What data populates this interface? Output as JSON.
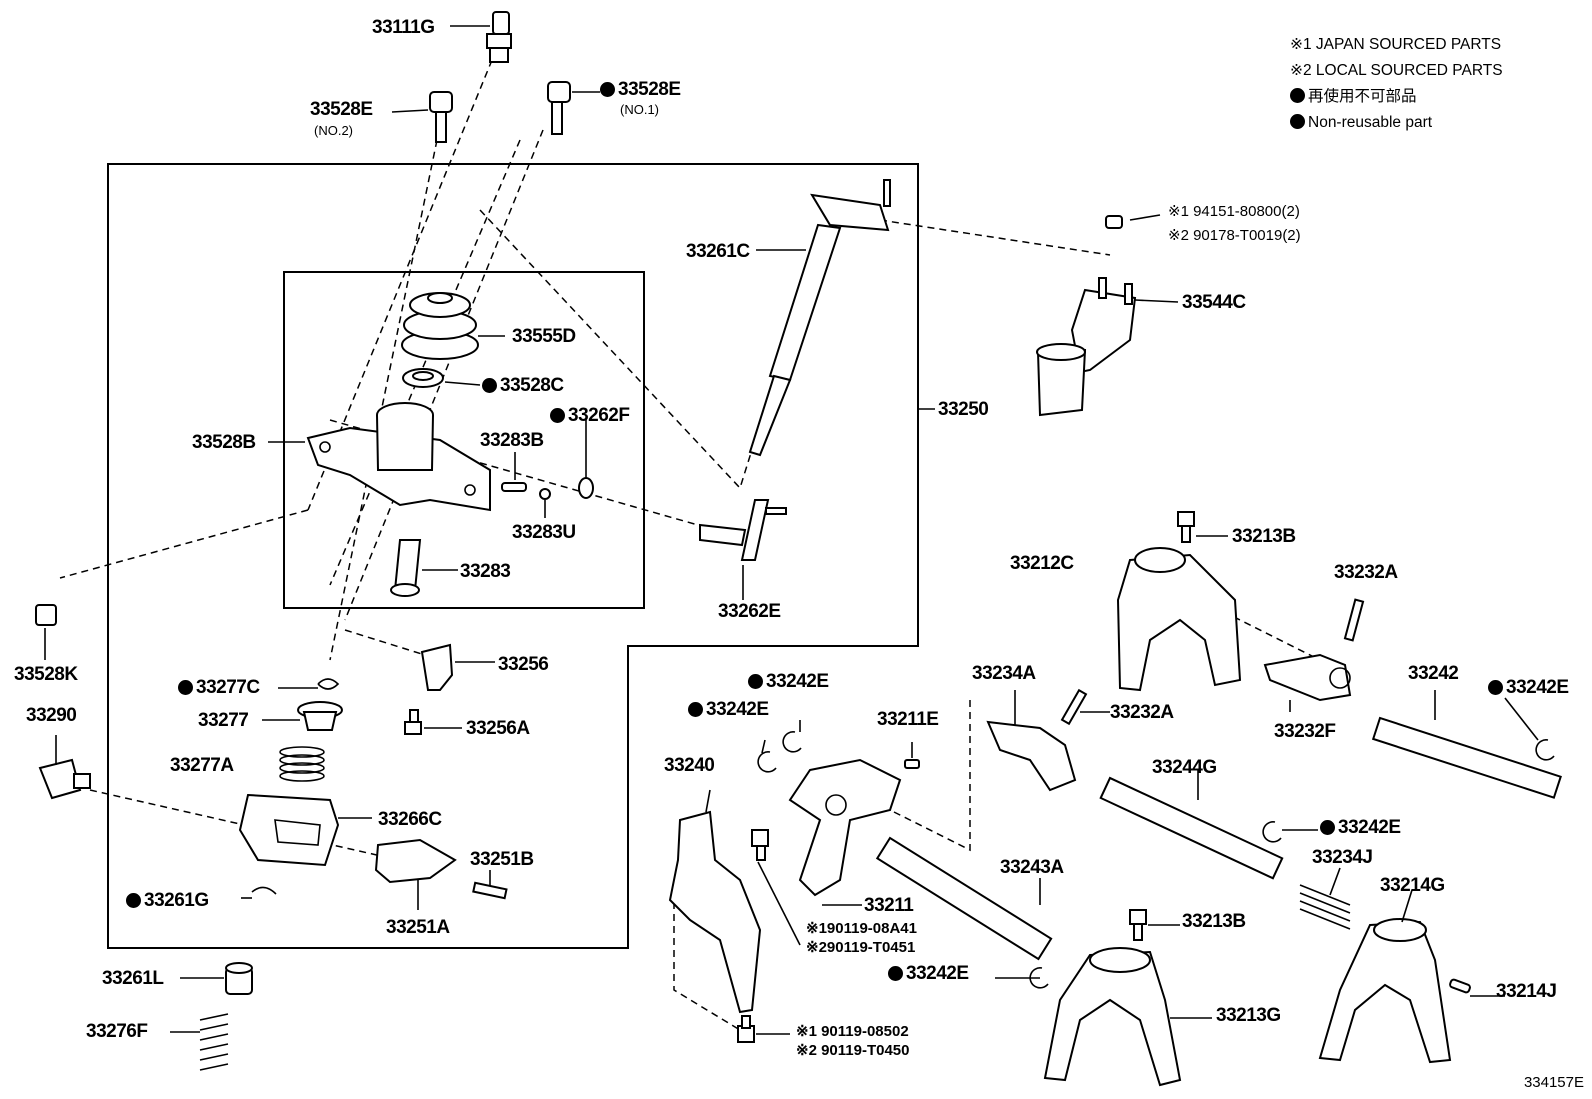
{
  "legend": {
    "line1": "※1 JAPAN SOURCED PARTS",
    "line2": "※2 LOCAL SOURCED PARTS",
    "line3": "再使用不可部品",
    "line4": "Non-reusable part"
  },
  "diagram_code": "334157E",
  "labels": {
    "p33111G": "33111G",
    "p33528E_2": "33528E",
    "p33528E_2_sub": "(NO.2)",
    "p33528E_1": "33528E",
    "p33528E_1_sub": "(NO.1)",
    "p33261C": "33261C",
    "p94151": "※1 94151-80800(2)",
    "p90178": "※2 90178-T0019(2)",
    "p33544C": "33544C",
    "p33555D": "33555D",
    "p33528C": "33528C",
    "p33262F": "33262F",
    "p33283B": "33283B",
    "p33528B": "33528B",
    "p33250": "33250",
    "p33283U": "33283U",
    "p33283": "33283",
    "p33262E": "33262E",
    "p33528K": "33528K",
    "p33290": "33290",
    "p33277C": "33277C",
    "p33256": "33256",
    "p33277": "33277",
    "p33256A": "33256A",
    "p33277A": "33277A",
    "p33266C": "33266C",
    "p33251B": "33251B",
    "p33261G": "33261G",
    "p33251A": "33251A",
    "p33261L": "33261L",
    "p33276F": "33276F",
    "p33213B_top": "33213B",
    "p33212C": "33212C",
    "p33232A_top": "33232A",
    "p33234A": "33234A",
    "p33232A_mid": "33232A",
    "p33242": "33242",
    "p33242E_right": "33242E",
    "p33242E_a": "33242E",
    "p33242E_b": "33242E",
    "p33211E": "33211E",
    "p33232F": "33232F",
    "p33240": "33240",
    "p33244G": "33244G",
    "p33242E_c": "33242E",
    "p33234J": "33234J",
    "p33243A": "33243A",
    "p33211": "33211",
    "p90119_08A41": "※190119-08A41",
    "p90119_T0451": "※290119-T0451",
    "p33214G": "33214G",
    "p33213B_bot": "33213B",
    "p33242E_d": "33242E",
    "p33213G": "33213G",
    "p33214J": "33214J",
    "p90119_08502": "※1 90119-08502",
    "p90119_T0450": "※2 90119-T0450"
  }
}
